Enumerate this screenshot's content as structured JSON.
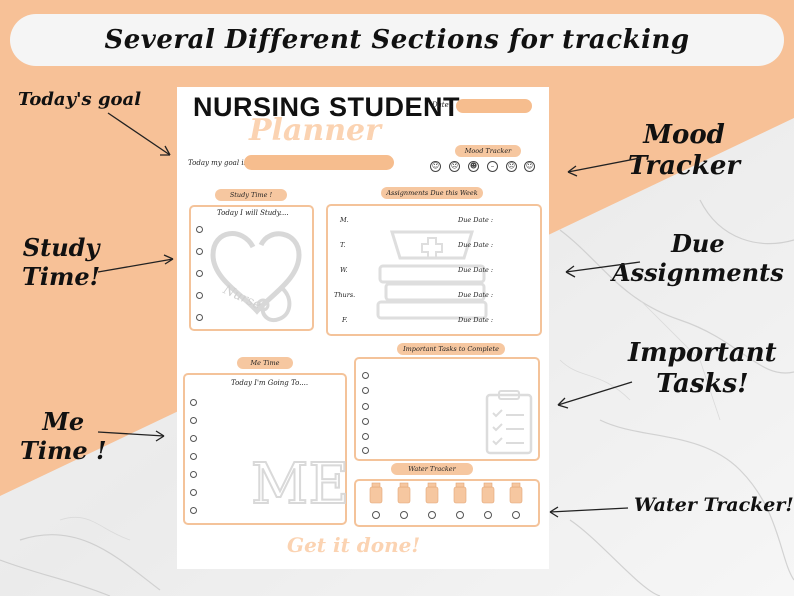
{
  "banner": {
    "text": "Several Different  Sections for tracking"
  },
  "callouts": {
    "todays_goal": "Today's goal",
    "study_time": [
      "Study",
      "Time!"
    ],
    "me_time": [
      "Me",
      "Time !"
    ],
    "mood_tracker": [
      "Mood",
      "Tracker"
    ],
    "due_assignments": [
      "Due",
      "Assignments"
    ],
    "important_tasks": [
      "Important",
      "Tasks!"
    ],
    "water_tracker": "Water Tracker!"
  },
  "planner": {
    "title": "NURSING STUDENT",
    "subtitle": "Planner",
    "date_label": "Date :",
    "goal_label": "Today my goal is:",
    "mood_label": "Mood Tracker",
    "study_label": "Study Time !",
    "study_heading": "Today I will Study....",
    "assignments_label": "Assignments Due this Week",
    "days": [
      "M.",
      "T.",
      "W.",
      "Thurs.",
      "F."
    ],
    "due_date_label": "Due Date :",
    "me_label": "Me Time",
    "me_heading": "Today I'm Going To....",
    "tasks_label": "Important Tasks to Complete",
    "water_label": "Water Tracker",
    "footer": "Get it done!",
    "heart_text": "Nurse"
  },
  "colors": {
    "peach": "#f6c7a0",
    "peach_dark": "#f4c39a",
    "background_peach": "#f7c197"
  }
}
